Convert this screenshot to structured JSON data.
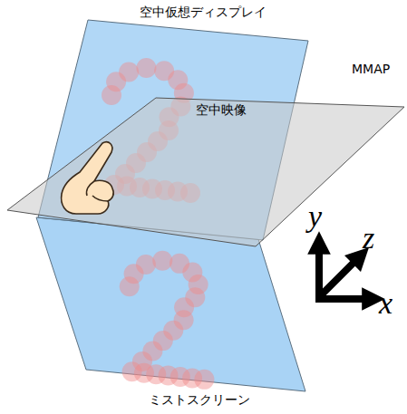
{
  "diagram": {
    "labels": [
      "空中仮想ディスプレイ",
      "MMAP",
      "空中映像",
      "ミストスクリーン",
      "y",
      "z",
      "x"
    ]
  }
}
